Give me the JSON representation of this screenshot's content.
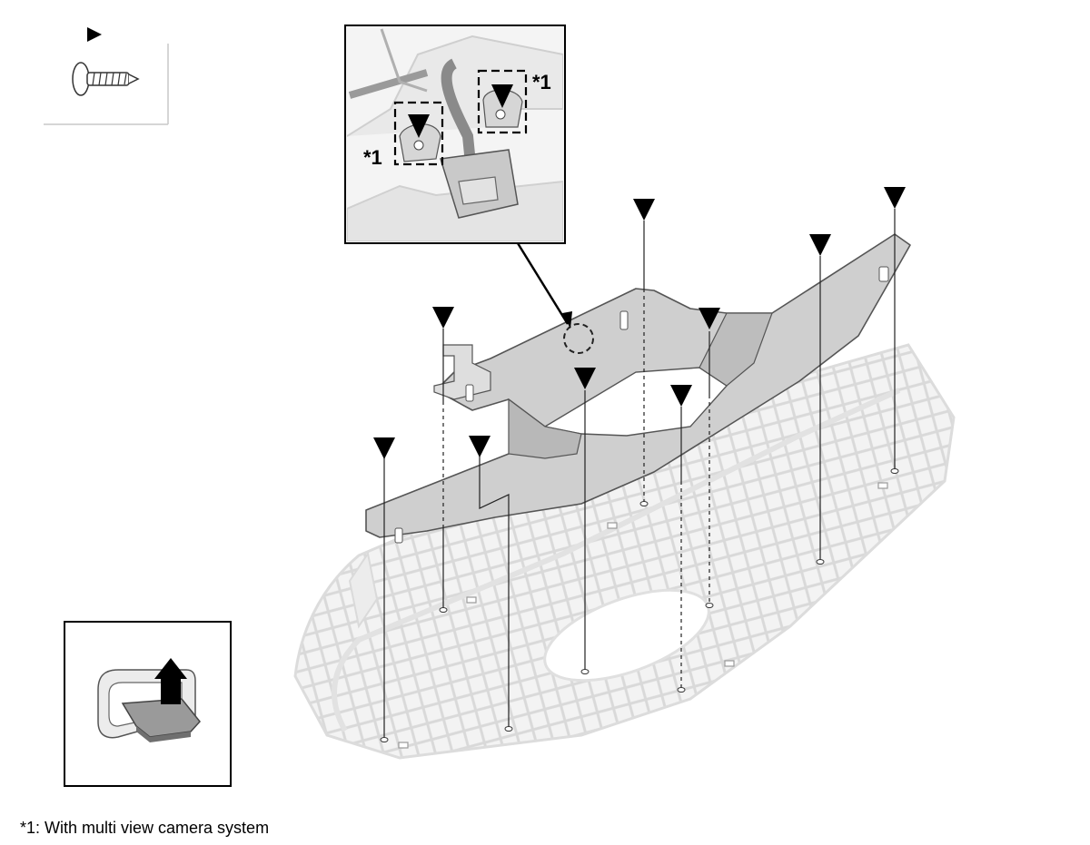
{
  "callouts": {
    "detail_top_right": "*1",
    "detail_left": "*1"
  },
  "footnote": "*1: With multi view camera system",
  "legend": {
    "symbol": "screw-icon",
    "marker": "triangle-marker-icon"
  }
}
